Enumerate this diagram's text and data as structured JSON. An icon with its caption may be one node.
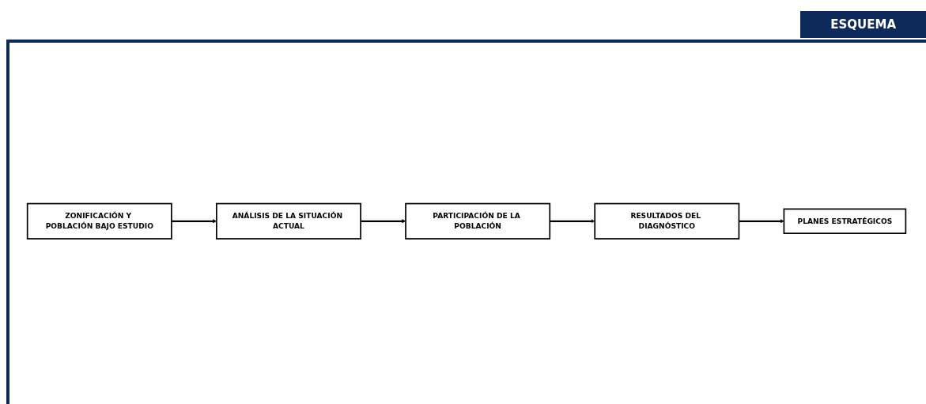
{
  "diagram": {
    "title": "ESQUEMA",
    "nodes": [
      {
        "text": [
          "ZONIFICACIÓN Y POBLACIÓN BAJO ESTUDIO"
        ]
      },
      {
        "text": [
          "ANÁLISIS DE LA SITUACIÓN ACTUAL"
        ]
      },
      {
        "text": [
          "PARTICIPACIÓN DE LA POBLACIÓN"
        ]
      },
      {
        "text": [
          "RESULTADOS DEL DIAGNÓSTICO"
        ]
      },
      {
        "text": [
          "PLANES ESTRATÉGICOS"
        ]
      }
    ],
    "edges": [
      {
        "from": 0,
        "to": 1,
        "arrow": "to"
      },
      {
        "from": 1,
        "to": 2,
        "arrow": "to"
      },
      {
        "from": 2,
        "to": 3,
        "arrow": "to"
      },
      {
        "from": 3,
        "to": 4,
        "arrow": "to"
      }
    ]
  }
}
